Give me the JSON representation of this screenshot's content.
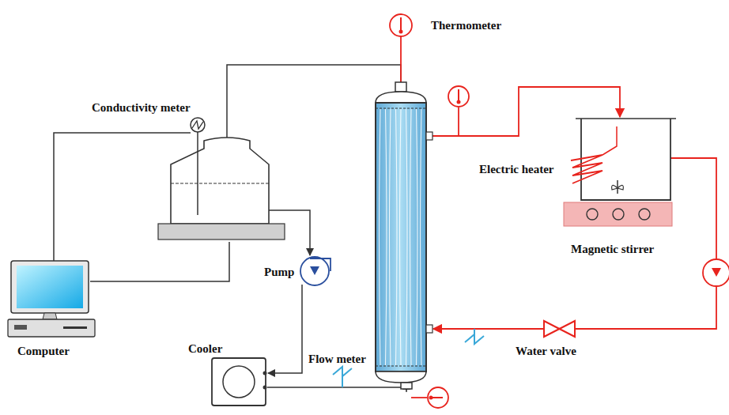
{
  "diagram": {
    "labels": [
      "Thermometer",
      "Conductivity meter",
      "Electric heater",
      "Magnetic stirrer",
      "Pump",
      "Computer",
      "Cooler",
      "Flow meter",
      "Water valve"
    ]
  }
}
